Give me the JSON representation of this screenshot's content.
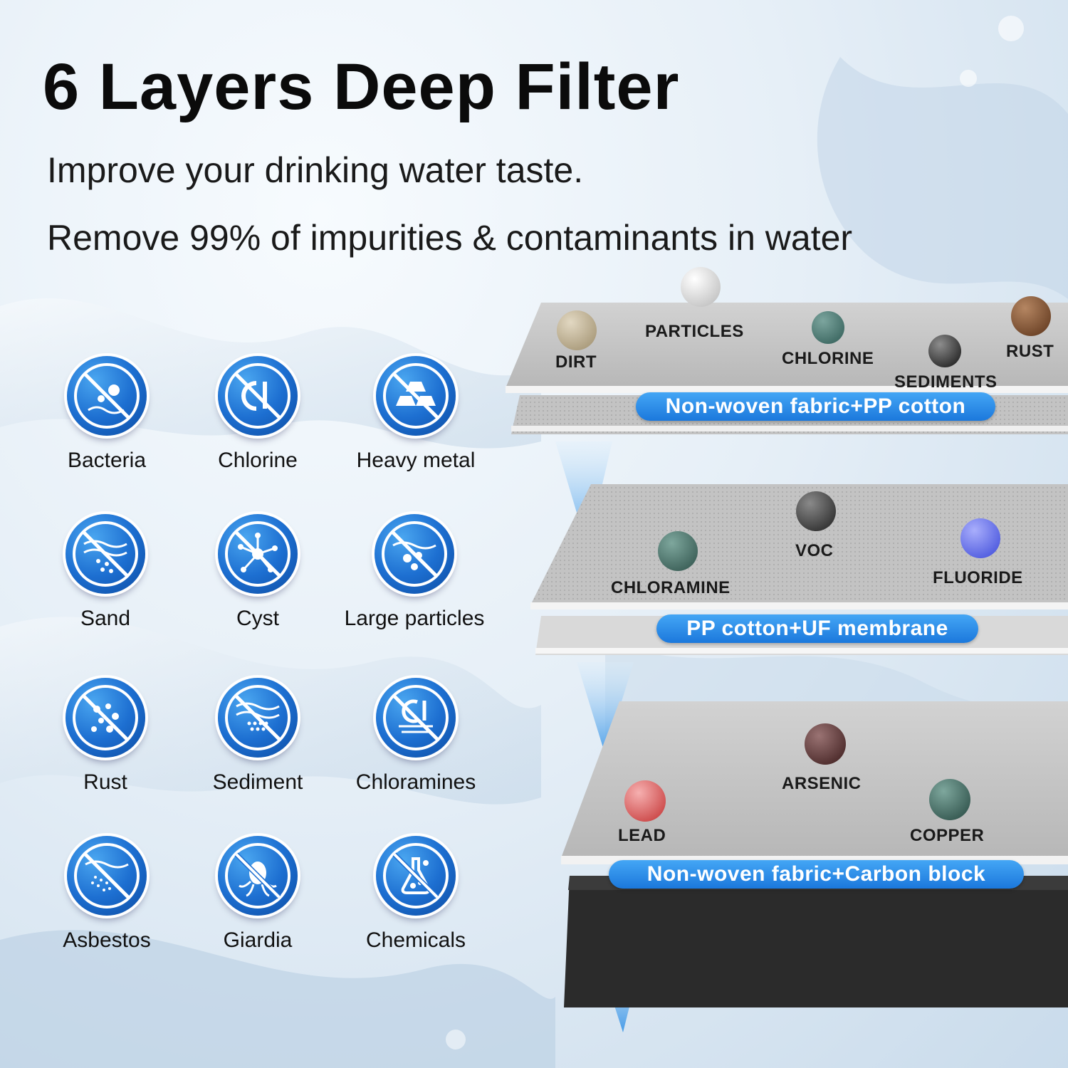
{
  "header": {
    "title": "6 Layers Deep Filter",
    "subtitle_1": "Improve your drinking water taste.",
    "subtitle_2": "Remove 99% of impurities & contaminants in water"
  },
  "contaminants": [
    {
      "label": "Bacteria",
      "icon": "bacteria-icon"
    },
    {
      "label": "Chlorine",
      "icon": "chlorine-icon"
    },
    {
      "label": "Heavy metal",
      "icon": "heavy-metal-icon"
    },
    {
      "label": "Sand",
      "icon": "sand-icon"
    },
    {
      "label": "Cyst",
      "icon": "cyst-icon"
    },
    {
      "label": "Large particles",
      "icon": "large-particles-icon"
    },
    {
      "label": "Rust",
      "icon": "rust-icon"
    },
    {
      "label": "Sediment",
      "icon": "sediment-icon"
    },
    {
      "label": "Chloramines",
      "icon": "chloramines-icon"
    },
    {
      "label": "Asbestos",
      "icon": "asbestos-icon"
    },
    {
      "label": "Giardia",
      "icon": "giardia-icon"
    },
    {
      "label": "Chemicals",
      "icon": "chemicals-icon"
    }
  ],
  "layers": {
    "layer_1": {
      "banner": "Non-woven fabric+PP cotton",
      "items": [
        "DIRT",
        "PARTICLES",
        "CHLORINE",
        "SEDIMENTS",
        "RUST"
      ]
    },
    "layer_2": {
      "banner": "PP cotton+UF membrane",
      "items": [
        "CHLORAMINE",
        "VOC",
        "FLUORIDE"
      ]
    },
    "layer_3": {
      "banner": "Non-woven fabric+Carbon block",
      "items": [
        "LEAD",
        "ARSENIC",
        "COPPER"
      ]
    }
  },
  "colors": {
    "accent_blue": "#1d6fd1",
    "banner_blue": "#2a8ae6",
    "title_color": "#0b0b0b",
    "carbon_black": "#2a2a2a"
  }
}
